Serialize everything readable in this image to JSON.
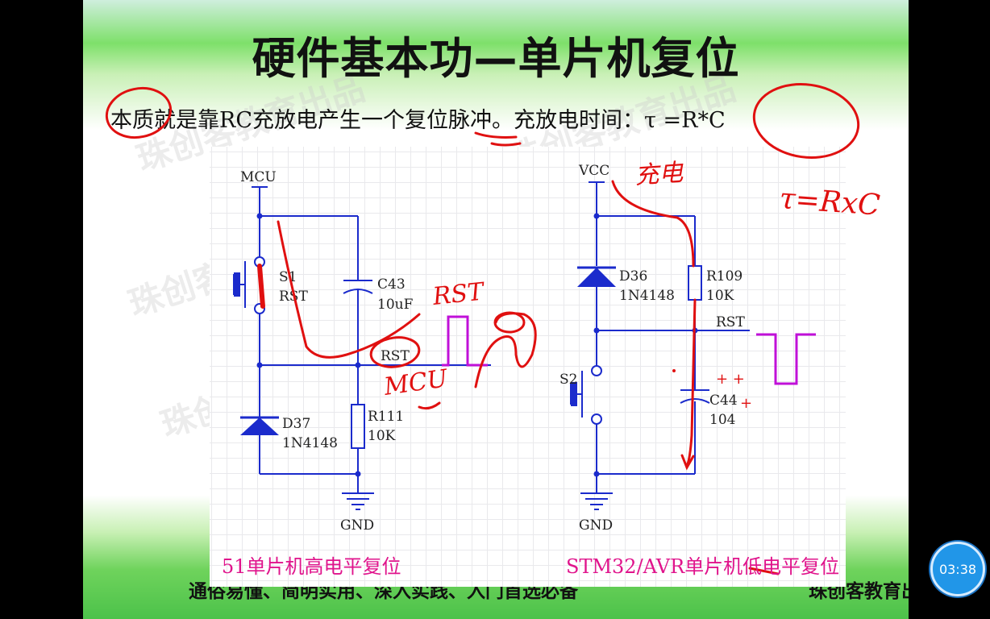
{
  "slide": {
    "title": "硬件基本功—单片机复位",
    "subtitle": "本质就是靠RC充放电产生一个复位脉冲。充放电时间：τ =R*C",
    "watermark": "珠创客教育出品",
    "footer_left": "通俗易懂、简明实用、深入实践、入门首选必备",
    "footer_right": "珠创客教育出品"
  },
  "schematic": {
    "left": {
      "power": "MCU",
      "switch_ref": "S1",
      "switch_val": "RST",
      "cap_ref": "C43",
      "cap_val": "10uF",
      "net": "RST",
      "diode_ref": "D37",
      "diode_val": "1N4148",
      "res_ref": "R111",
      "res_val": "10K",
      "ground": "GND",
      "caption": "51单片机高电平复位"
    },
    "right": {
      "power": "VCC",
      "diode_ref": "D36",
      "diode_val": "1N4148",
      "res_ref": "R109",
      "res_val": "10K",
      "net": "RST",
      "switch_ref": "S2",
      "cap_ref": "C44",
      "cap_val": "104",
      "ground": "GND",
      "caption": "STM32/AVR单片机低电平复位"
    }
  },
  "handwriting": {
    "rst": "RST",
    "mcu": "MCU",
    "tau": "τ=RxC",
    "charge": "充电"
  },
  "player": {
    "time": "03:38"
  },
  "colors": {
    "wire": "#1b2bcc",
    "pulse": "#c010d8",
    "ink": "#e01010",
    "caption": "#e0148c",
    "timer": "#2196e8"
  }
}
